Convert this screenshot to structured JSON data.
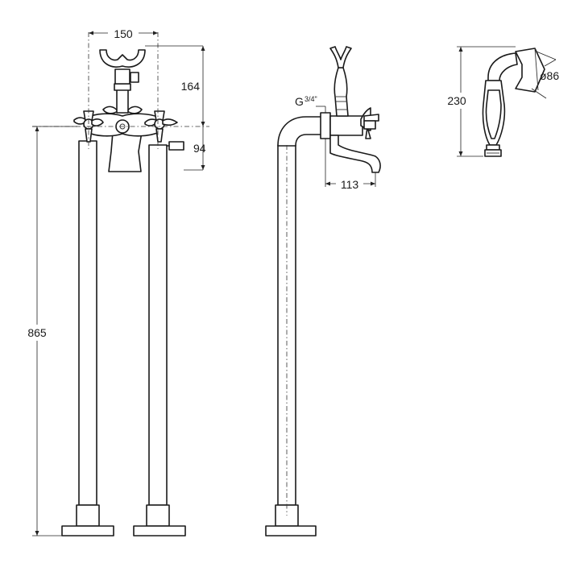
{
  "dimensions": {
    "width_150": "150",
    "height_164": "164",
    "height_94": "94",
    "height_865": "865",
    "thread_base": "G",
    "thread_fraction": "3/4\"",
    "projection_113": "113",
    "height_230": "230",
    "diameter_86": "ø86"
  }
}
